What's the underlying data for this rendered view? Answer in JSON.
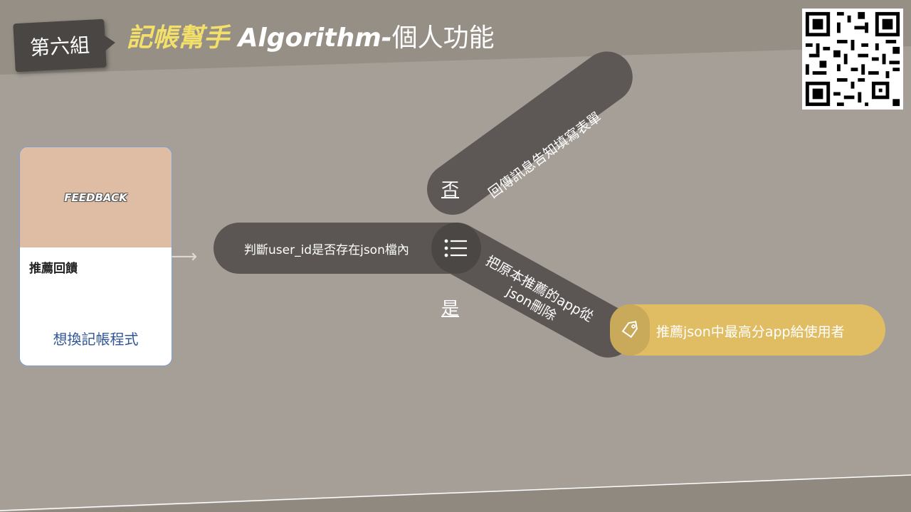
{
  "header": {
    "group_label": "第六組",
    "title_highlight": "記帳幫手",
    "title_algorithm": "Algorithm-",
    "title_suffix": "個人功能"
  },
  "card": {
    "image_text": "FEEDBACK",
    "label": "推薦回饋",
    "link": "想換記帳程式"
  },
  "flow": {
    "main_step": "判斷user_id是否存在json檔內",
    "no_label": "否",
    "no_step": "回傳訊息告知填寫表單",
    "yes_label": "是",
    "yes_step_line1": "把原本推薦的app從",
    "yes_step_line2": "json刪除",
    "final_step": "推薦json中最高分app給使用者"
  },
  "colors": {
    "background": "#a59f98",
    "pill_dark": "#5b5654",
    "pill_accent": "#e0bd63",
    "title_accent": "#f3e06a",
    "link": "#2f5597"
  },
  "icons": {
    "list": "list-icon",
    "tag": "tag-icon",
    "qr": "qr-code"
  }
}
